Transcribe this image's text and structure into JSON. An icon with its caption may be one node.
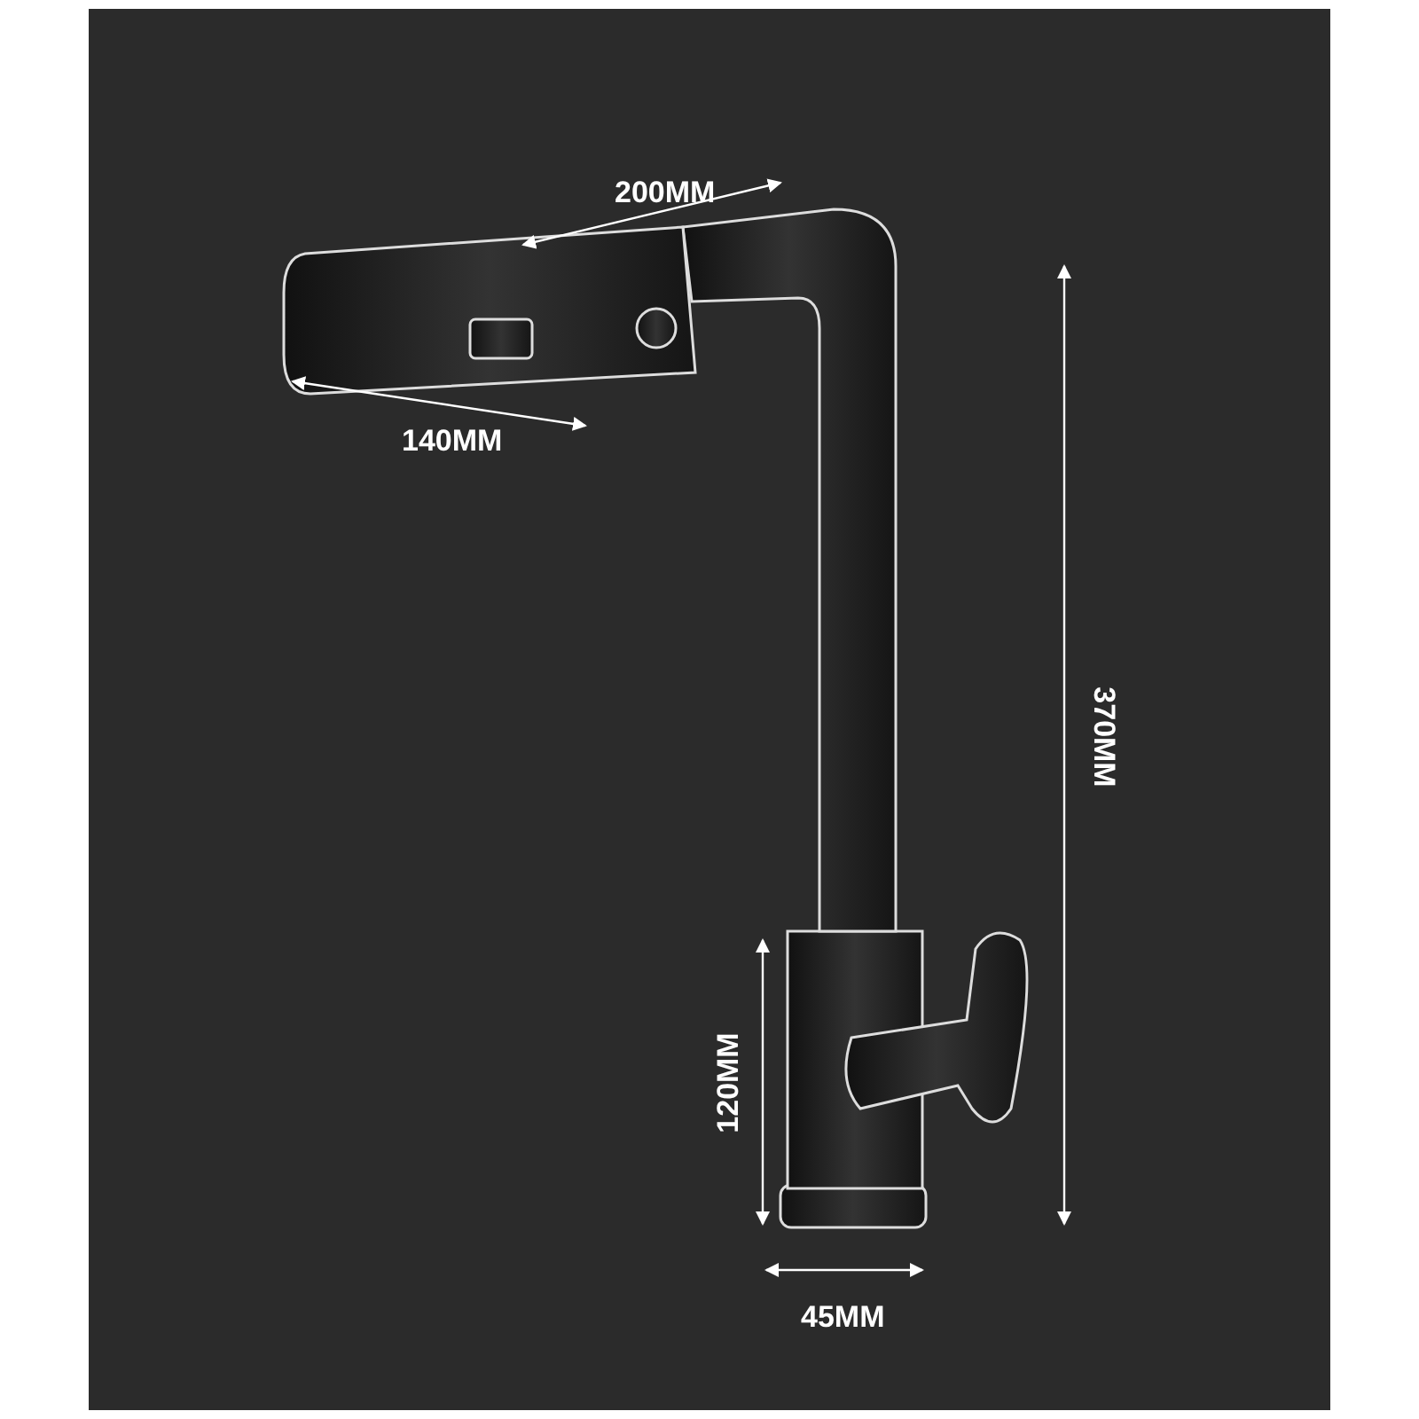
{
  "diagram": {
    "labels": [
      "200MM",
      "140MM",
      "370MM",
      "120MM",
      "45MM"
    ]
  }
}
